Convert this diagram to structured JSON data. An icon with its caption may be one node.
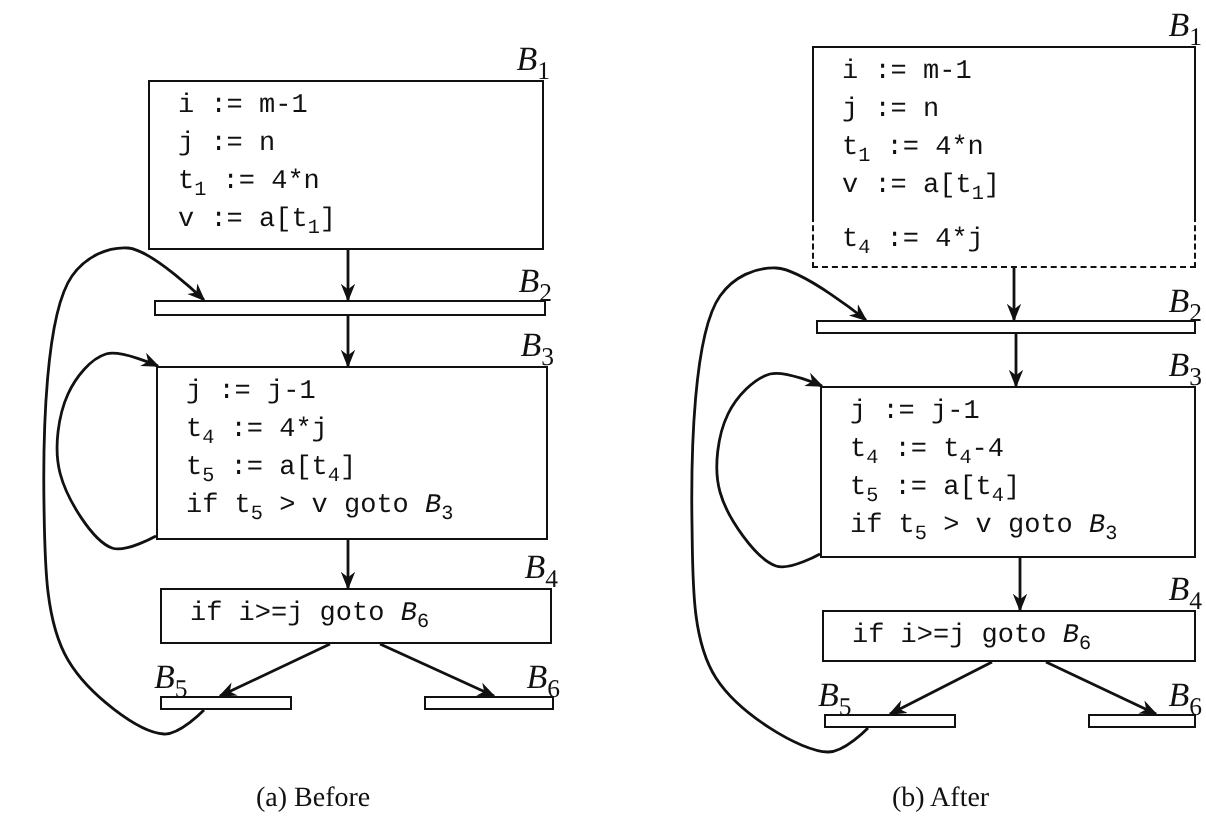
{
  "diagram": {
    "nodes": [
      {
        "text": [
          "*B*$_{1}$",
          "i := m-1",
          "j := n",
          "t$_{1}$ := 4*n",
          "v := a[t$_{1}$]"
        ]
      },
      {
        "text": [
          "*B*$_{2}$"
        ]
      },
      {
        "text": [
          "*B*$_{3}$",
          "j := j-1",
          "t$_{4}$ := 4*j",
          "t$_{5}$ := a[t$_{4}$]",
          "if t$_{5}$ > v goto *B*$_{3}$"
        ]
      },
      {
        "text": [
          "*B*$_{4}$",
          "if i>=j goto *B*$_{6}$"
        ]
      },
      {
        "text": [
          "*B*$_{5}$"
        ]
      },
      {
        "text": [
          "*B*$_{6}$"
        ]
      },
      {
        "text": [
          "*B*$_{1}$",
          "i := m-1",
          "j := n",
          "t$_{1}$ := 4*n",
          "v := a[t$_{1}$]"
        ]
      },
      {
        "text": [
          "t$_{4}$ := 4*j"
        ]
      },
      {
        "text": [
          "*B*$_{2}$"
        ]
      },
      {
        "text": [
          "*B*$_{3}$",
          "j := j-1",
          "t$_{4}$ := t$_{4}$-4",
          "t$_{5}$ := a[t$_{4}$]",
          "if t$_{5}$ > v goto *B*$_{3}$"
        ]
      },
      {
        "text": [
          "*B*$_{4}$",
          "if i>=j goto *B*$_{6}$"
        ]
      },
      {
        "text": [
          "*B*$_{5}$"
        ]
      },
      {
        "text": [
          "*B*$_{6}$"
        ]
      }
    ],
    "edges": [
      {
        "from": 0,
        "to": 1,
        "arrow": "to"
      },
      {
        "from": 1,
        "to": 2,
        "arrow": "to"
      },
      {
        "from": 2,
        "to": 2,
        "arrow": "to"
      },
      {
        "from": 2,
        "to": 3,
        "arrow": "to"
      },
      {
        "from": 3,
        "to": 4,
        "arrow": "to"
      },
      {
        "from": 3,
        "to": 5,
        "arrow": "to"
      },
      {
        "from": 4,
        "to": 1,
        "arrow": "to"
      },
      {
        "from": 7,
        "to": 8,
        "arrow": "to"
      },
      {
        "from": 8,
        "to": 9,
        "arrow": "to"
      },
      {
        "from": 9,
        "to": 9,
        "arrow": "to"
      },
      {
        "from": 9,
        "to": 10,
        "arrow": "to"
      },
      {
        "from": 10,
        "to": 11,
        "arrow": "to"
      },
      {
        "from": 10,
        "to": 12,
        "arrow": "to"
      },
      {
        "from": 11,
        "to": 8,
        "arrow": "to"
      }
    ],
    "labels": [
      "(a) Before",
      "(b) After"
    ]
  }
}
